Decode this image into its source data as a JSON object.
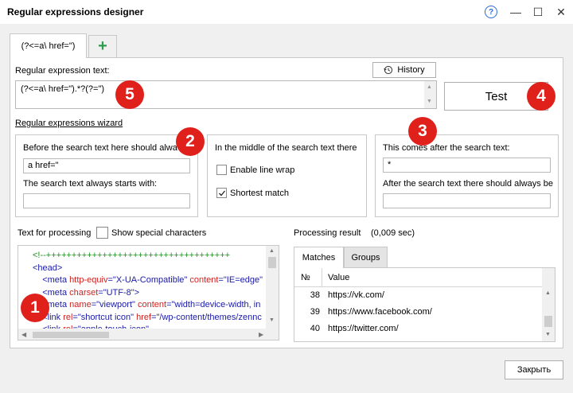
{
  "window": {
    "title": "Regular expressions designer",
    "help_label": "?",
    "minimize_label": "—",
    "maximize_label": "☐",
    "close_label": "✕"
  },
  "tabs": [
    {
      "label": "(?<=a\\ href=\")"
    },
    {
      "label": "+"
    }
  ],
  "regex": {
    "label": "Regular expression text:",
    "history_label": "History",
    "value": "(?<=a\\ href=\").*?(?=\")",
    "test_label": "Test"
  },
  "wizard": {
    "link_label": "Regular expressions wizard",
    "before": {
      "label1": "Before the search text here should alwa",
      "value1": "a href=\"",
      "label2": "The search text always starts with:",
      "value2": ""
    },
    "middle": {
      "label": "In the middle of the search text there",
      "wrap_label": "Enable line wrap",
      "wrap_checked": false,
      "shortest_label": "Shortest match",
      "shortest_checked": true
    },
    "after": {
      "label1": "This comes after the search text:",
      "value1": "*",
      "label2": "After the search text there should always be",
      "value2": ""
    }
  },
  "processing": {
    "label": "Text for processing",
    "special_label": "Show special characters",
    "code_lines": [
      {
        "parts": [
          {
            "t": "<!--++++++++++++++++++++++++++++++++++++",
            "c": "c-green"
          }
        ]
      },
      {
        "parts": [
          {
            "t": "<head>",
            "c": "c-blue"
          }
        ]
      },
      {
        "parts": [
          {
            "t": "    <meta ",
            "c": "c-blue"
          },
          {
            "t": "http-equiv",
            "c": "c-attr"
          },
          {
            "t": "=",
            "c": "c-blue"
          },
          {
            "t": "\"X-UA-Compatible\"",
            "c": "c-blue"
          },
          {
            "t": " content",
            "c": "c-attr"
          },
          {
            "t": "=",
            "c": "c-blue"
          },
          {
            "t": "\"IE=edge\"",
            "c": "c-blue"
          }
        ]
      },
      {
        "parts": [
          {
            "t": "    <meta ",
            "c": "c-blue"
          },
          {
            "t": "charset",
            "c": "c-attr"
          },
          {
            "t": "=",
            "c": "c-blue"
          },
          {
            "t": "\"UTF-8\"",
            "c": "c-blue"
          },
          {
            "t": ">",
            "c": "c-blue"
          }
        ]
      },
      {
        "parts": [
          {
            "t": "    <meta ",
            "c": "c-blue"
          },
          {
            "t": "name",
            "c": "c-attr"
          },
          {
            "t": "=",
            "c": "c-blue"
          },
          {
            "t": "\"viewport\"",
            "c": "c-blue"
          },
          {
            "t": " content",
            "c": "c-attr"
          },
          {
            "t": "=",
            "c": "c-blue"
          },
          {
            "t": "\"width=device-width, in",
            "c": "c-blue"
          }
        ]
      },
      {
        "parts": [
          {
            "t": "    <link ",
            "c": "c-blue"
          },
          {
            "t": "rel",
            "c": "c-attr"
          },
          {
            "t": "=",
            "c": "c-blue"
          },
          {
            "t": "\"shortcut icon\"",
            "c": "c-blue"
          },
          {
            "t": " href",
            "c": "c-attr"
          },
          {
            "t": "=",
            "c": "c-blue"
          },
          {
            "t": "\"/wp-content/themes/zennc",
            "c": "c-blue"
          }
        ]
      },
      {
        "parts": [
          {
            "t": "    <link ",
            "c": "c-blue"
          },
          {
            "t": "rel",
            "c": "c-attr"
          },
          {
            "t": "=",
            "c": "c-blue"
          },
          {
            "t": "\"apple-touch-icon\"",
            "c": "c-blue"
          }
        ]
      }
    ]
  },
  "result": {
    "label": "Processing result",
    "time": "(0,009 sec)",
    "tabs": [
      "Matches",
      "Groups"
    ],
    "col_num": "№",
    "col_value": "Value",
    "rows": [
      {
        "num": "38",
        "value": "https://vk.com/"
      },
      {
        "num": "39",
        "value": "https://www.facebook.com/"
      },
      {
        "num": "40",
        "value": "https://twitter.com/"
      }
    ]
  },
  "footer": {
    "close_label": "Закрыть"
  },
  "badges": [
    "1",
    "2",
    "3",
    "4",
    "5"
  ],
  "colors": {
    "badge": "#e0201b",
    "accent_green": "#2e9b4e",
    "help_blue": "#2b6bd6"
  }
}
